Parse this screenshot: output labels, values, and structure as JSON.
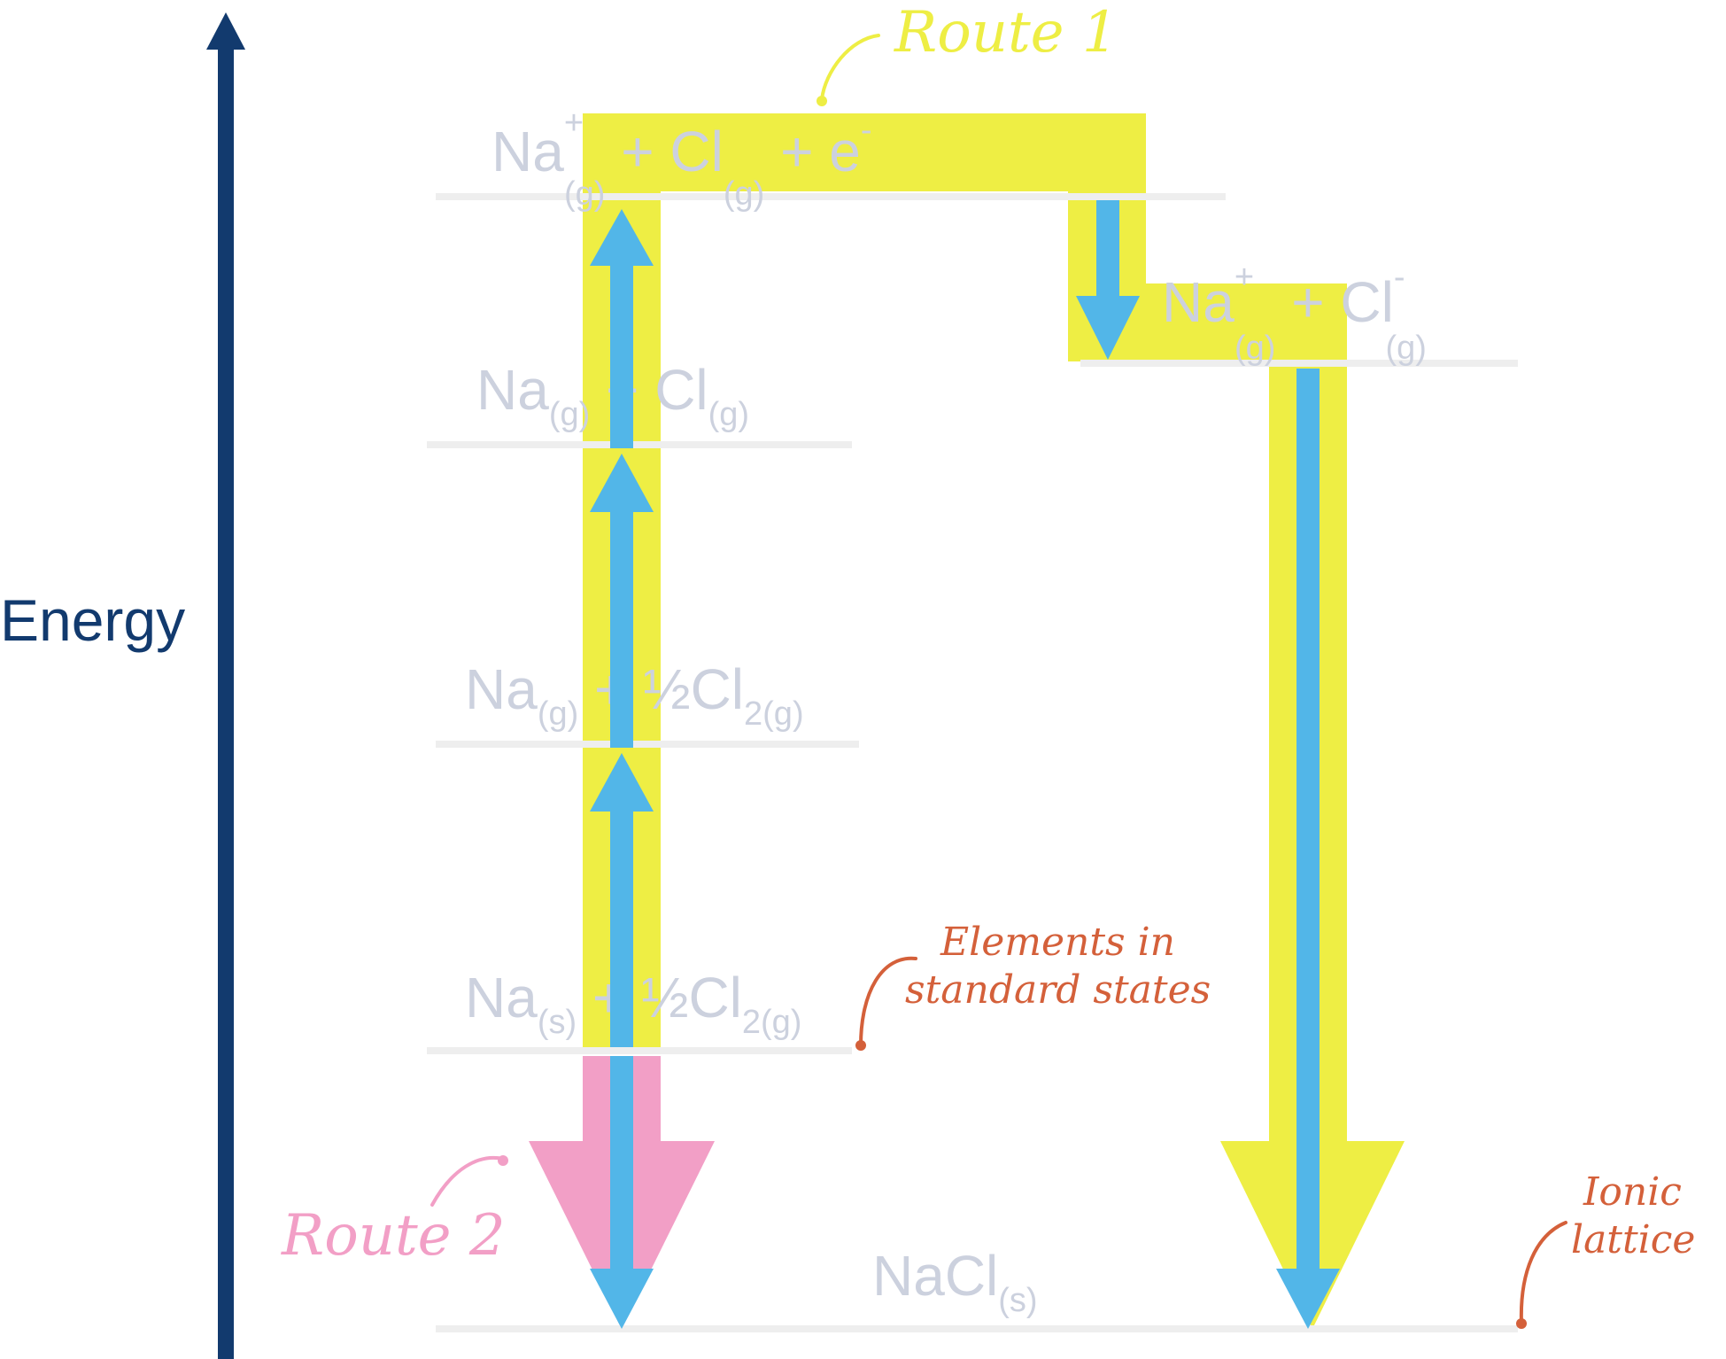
{
  "axis": {
    "label": "Energy"
  },
  "levels": [
    {
      "id": "ions-electron",
      "main1": "Na",
      "sup1": "+",
      "sub1": "(g)",
      "mid": " + Cl",
      "sub2": "(g)",
      "tail": " + e",
      "sup2": "-"
    },
    {
      "id": "ions",
      "main1": "Na",
      "sup1": "+",
      "sub1": "(g)",
      "mid": " + Cl",
      "sup2": "-",
      "sub2": "(g)"
    },
    {
      "id": "gas-atoms",
      "main1": "Na",
      "sub1": "(g)",
      "mid": " + Cl",
      "sub2": "(g)"
    },
    {
      "id": "gas-na-half-cl2",
      "main1": "Na",
      "sub1": "(g)",
      "mid": " + ½Cl",
      "sub2": "2(g)"
    },
    {
      "id": "elements",
      "main1": "Na",
      "sub1": "(s)",
      "mid": " + ½Cl",
      "sub2": "2(g)"
    },
    {
      "id": "lattice",
      "main1": "NaCl",
      "sub1": "(s)"
    }
  ],
  "annotations": {
    "route1": "Route 1",
    "route2": "Route 2",
    "elements_line1": "Elements in",
    "elements_line2": "standard states",
    "lattice_line1": "Ionic",
    "lattice_line2": "lattice"
  },
  "colors": {
    "axis": "#123a6e",
    "route1": "#eeee44",
    "route2": "#f29fc6",
    "arrow": "#52b6e8",
    "annotation": "#d4603a",
    "level_line": "#eeeeee",
    "species": "#ccd1de"
  }
}
